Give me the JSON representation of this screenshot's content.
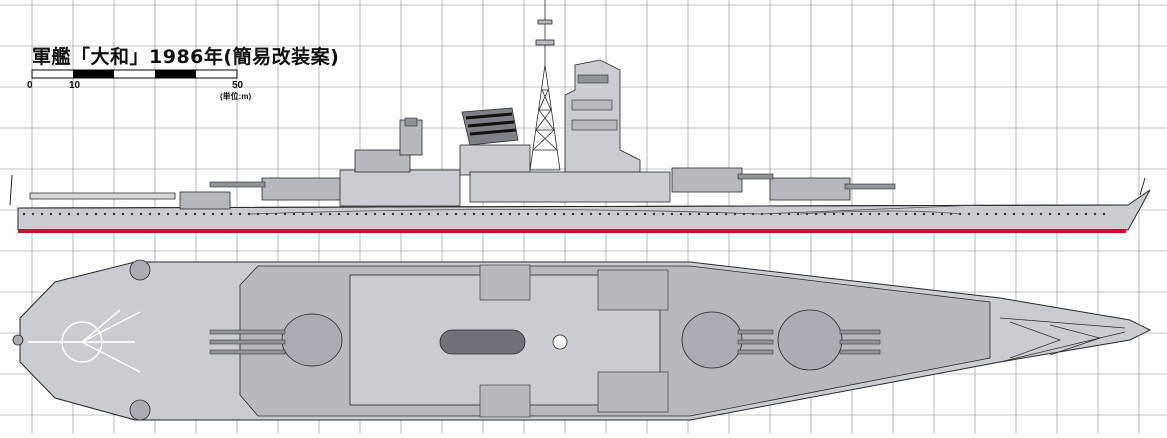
{
  "title": "軍艦「大和」1986年(簡易改装案)",
  "scale_bar": {
    "ticks": [
      "0",
      "10",
      "50"
    ],
    "unit": "(単位:m)"
  },
  "views": {
    "side": "side-profile",
    "top": "deck-plan"
  },
  "colors": {
    "grid": "#8a8a8a",
    "hull": "#c9ccd1",
    "hull_dark": "#a9adb3",
    "deck": "#b5b8bd",
    "deck_light": "#d6d8db",
    "outline": "#2a2a2a",
    "waterline": "#c8102e",
    "scale_black": "#000000"
  }
}
